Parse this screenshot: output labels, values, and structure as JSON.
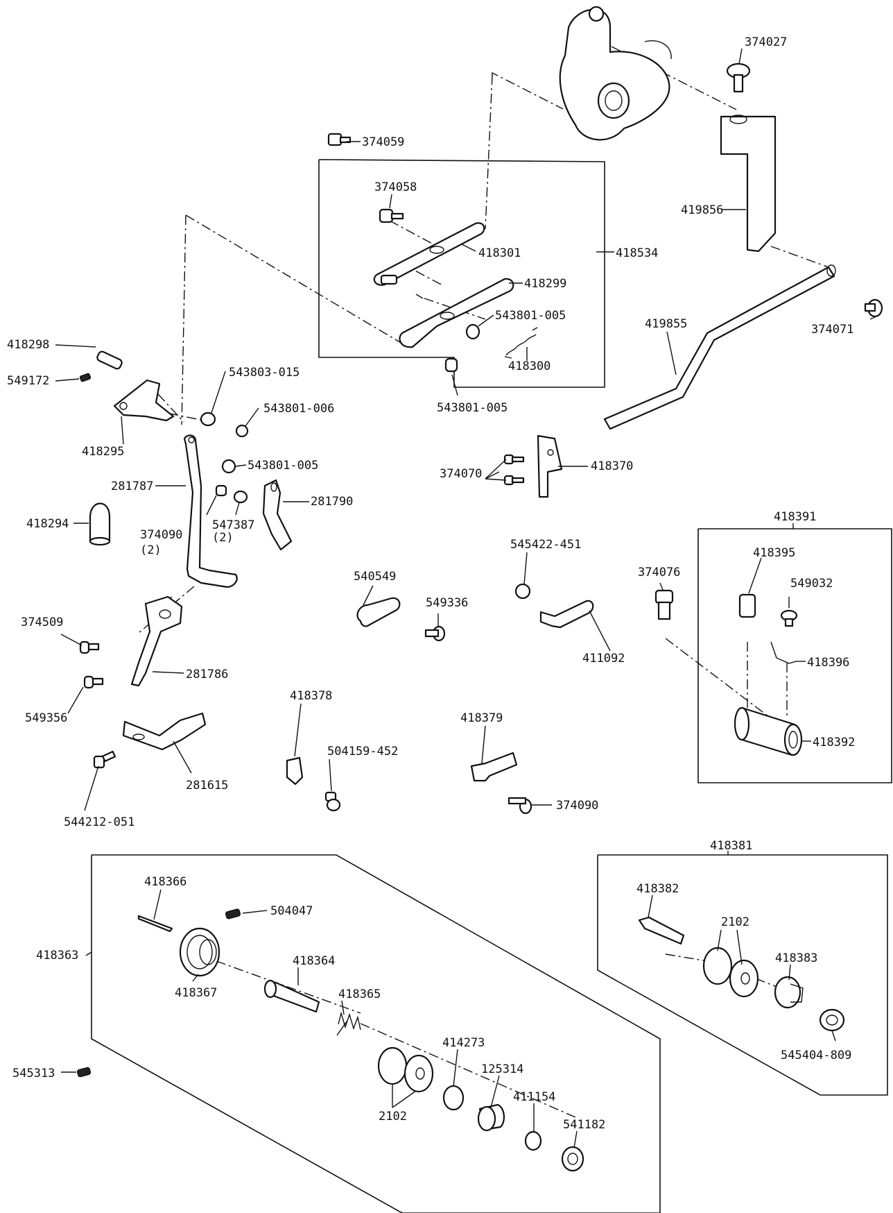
{
  "diagram": {
    "labels": {
      "p374027": "374027",
      "p374059": "374059",
      "p374058": "374058",
      "p418301": "418301",
      "p418534": "418534",
      "p419856": "419856",
      "p418299": "418299",
      "p543801_005a": "543801-005",
      "p418300": "418300",
      "p543801_005b": "543801-005",
      "p374071": "374071",
      "p419855": "419855",
      "p418298": "418298",
      "p549172": "549172",
      "p543803_015": "543803-015",
      "p543801_006": "543801-006",
      "p418295": "418295",
      "p543801_005c": "543801-005",
      "p281787": "281787",
      "p281790": "281790",
      "p418294": "418294",
      "p374090a": "374090",
      "p374090a_qty": "(2)",
      "p547387": "547387",
      "p547387_qty": "(2)",
      "p374070": "374070",
      "p418370": "418370",
      "p418391": "418391",
      "p545422_451": "545422-451",
      "p418395": "418395",
      "p374076": "374076",
      "p549032": "549032",
      "p540549": "540549",
      "p549336": "549336",
      "p374509": "374509",
      "p411092": "411092",
      "p418396": "418396",
      "p281786": "281786",
      "p549356": "549356",
      "p418378": "418378",
      "p418379": "418379",
      "p418392": "418392",
      "p504159_452": "504159-452",
      "p281615": "281615",
      "p374090b": "374090",
      "p544212_051": "544212-051",
      "p418381": "418381",
      "p418366": "418366",
      "p418382": "418382",
      "p504047": "504047",
      "p2102a": "2102",
      "p418363": "418363",
      "p418364": "418364",
      "p418383": "418383",
      "p418367": "418367",
      "p418365": "418365",
      "p545404_809": "545404-809",
      "p414273": "414273",
      "p545313": "545313",
      "p125314": "125314",
      "p411154": "411154",
      "p2102b": "2102",
      "p541182": "541182"
    }
  }
}
